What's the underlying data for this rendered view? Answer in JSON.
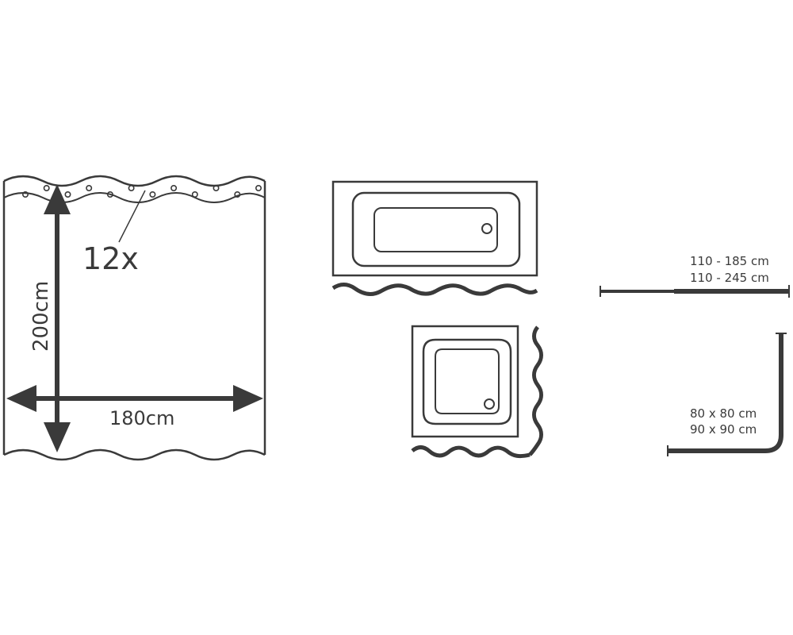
{
  "curtain": {
    "hook_count_label": "12x",
    "height_label": "200cm",
    "width_label": "180cm",
    "ring_count": 12
  },
  "rods": {
    "straight": {
      "size_1": "110 - 185 cm",
      "size_2": "110 - 245 cm"
    },
    "corner": {
      "size_1": "80 x 80 cm",
      "size_2": "90 x 90 cm"
    }
  },
  "colors": {
    "ink": "#3a3a3a",
    "background": "#ffffff"
  },
  "icons": [
    "curtain-icon",
    "bathtub-icon",
    "shower-tray-icon",
    "straight-rod-icon",
    "corner-rod-icon"
  ]
}
